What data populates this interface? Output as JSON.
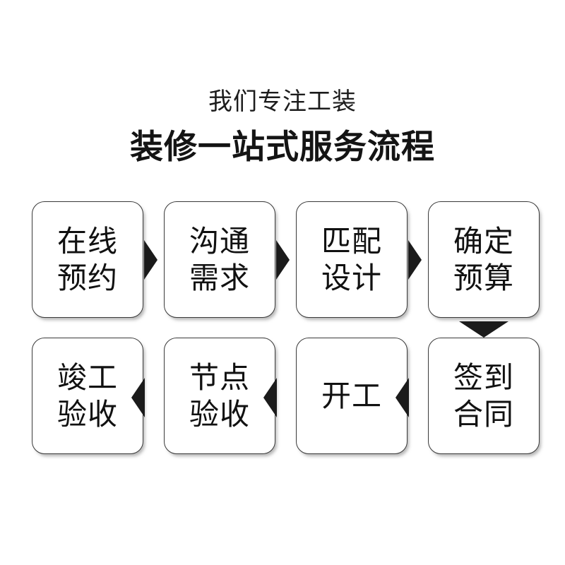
{
  "header": {
    "subtitle": "我们专注工装",
    "title": "装修一站式服务流程"
  },
  "flow": {
    "nodes": [
      {
        "id": "online-booking",
        "label": "在线\n预约",
        "row": 1,
        "col": 1
      },
      {
        "id": "communicate-needs",
        "label": "沟通\n需求",
        "row": 1,
        "col": 2
      },
      {
        "id": "match-design",
        "label": "匹配\n设计",
        "row": 1,
        "col": 3
      },
      {
        "id": "confirm-budget",
        "label": "确定\n预算",
        "row": 1,
        "col": 4
      },
      {
        "id": "completion-check",
        "label": "竣工\n验收",
        "row": 2,
        "col": 1
      },
      {
        "id": "node-check",
        "label": "节点\n验收",
        "row": 2,
        "col": 2
      },
      {
        "id": "start-construction",
        "label": "开工",
        "row": 2,
        "col": 3
      },
      {
        "id": "sign-contract",
        "label": "签到\n合同",
        "row": 2,
        "col": 4
      }
    ],
    "connectors": [
      {
        "id": "booking-to-communicate",
        "direction": "right"
      },
      {
        "id": "communicate-to-design",
        "direction": "right"
      },
      {
        "id": "design-to-budget",
        "direction": "right"
      },
      {
        "id": "budget-to-contract",
        "direction": "down"
      },
      {
        "id": "contract-to-start",
        "direction": "left"
      },
      {
        "id": "start-to-node-check",
        "direction": "left"
      },
      {
        "id": "node-check-to-completion",
        "direction": "left"
      }
    ]
  },
  "colors": {
    "background": "#ffffff",
    "text": "#111111",
    "box_border": "#3a3a3a",
    "arrow": "#1b1b1b",
    "shadow": "#787878"
  }
}
